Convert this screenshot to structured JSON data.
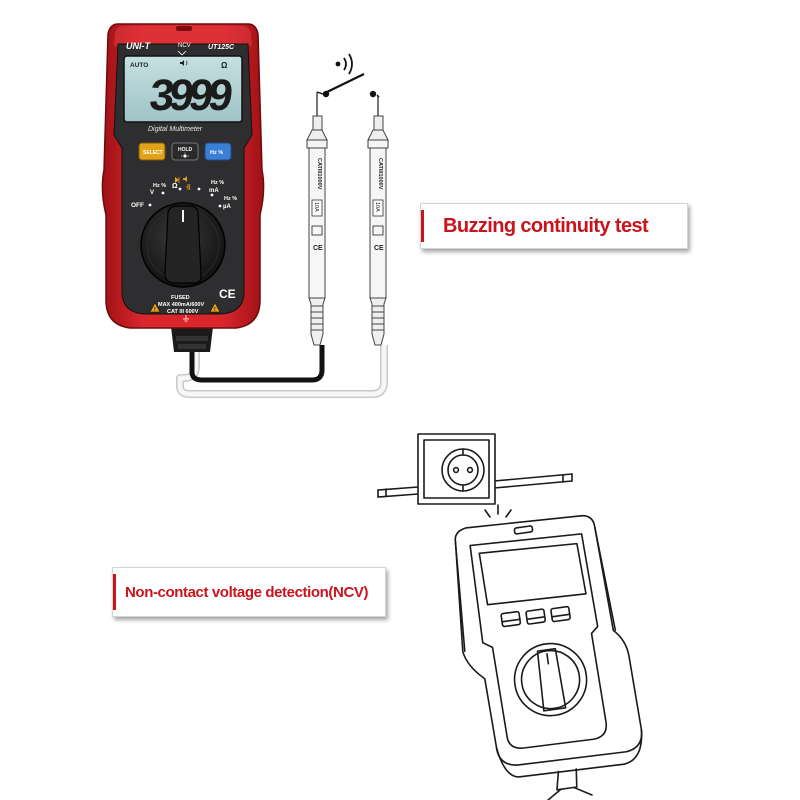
{
  "meter": {
    "brand": "UNI-T",
    "model": "UT125C",
    "ncv_label": "NCV",
    "display": {
      "reading": "3999",
      "auto": "AUTO",
      "ohm_symbol": "Ω",
      "subtitle": "Digital Multimeter"
    },
    "buttons": {
      "select": "SELECT",
      "hold": "HOLD",
      "hz_percent": "Hz %"
    },
    "dial": {
      "off": "OFF",
      "v_label": "V",
      "hz_left": "Hz %",
      "omega": "Ω",
      "hz_top": "Hz %",
      "ma": "mA",
      "hz_right": "Hz %",
      "ua": "µA"
    },
    "fused_lines": [
      "FUSED",
      "MAX 400mA/600V",
      "CAT III 600V"
    ],
    "ce_mark": "CE",
    "colors": {
      "body": "#c81e24",
      "panel": "#2e2e30",
      "lcd": "#b4d2d4",
      "select": "#e2a21a",
      "hz": "#3b7fd4"
    }
  },
  "probes": {
    "rating_label": "CATIII1000V",
    "amp_label": "10A"
  },
  "callouts": {
    "continuity": "Buzzing continuity test",
    "ncv": "Non-contact voltage detection(NCV)",
    "accent_color": "#c8141c"
  }
}
